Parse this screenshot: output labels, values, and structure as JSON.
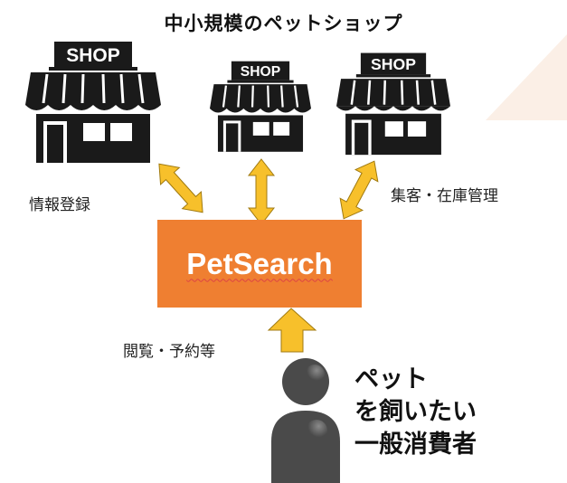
{
  "title": "中小規模のペットショップ",
  "shops": [
    {
      "sign": "SHOP",
      "icon": "storefront-icon"
    },
    {
      "sign": "SHOP",
      "icon": "storefront-icon"
    },
    {
      "sign": "SHOP",
      "icon": "storefront-icon"
    }
  ],
  "labels": {
    "register": "情報登録",
    "attract": "集客・在庫管理",
    "browse": "閲覧・予約等"
  },
  "platform": {
    "name": "PetSearch"
  },
  "consumer": {
    "lines": [
      "ペット",
      "を飼いたい",
      "一般消費者"
    ],
    "icon": "person-icon"
  },
  "colors": {
    "arrow": "#f7c02b",
    "arrow_stroke": "#a07a10",
    "platform": "#ef7f31",
    "shop": "#1a1a1a",
    "person": "#4a4a4a"
  }
}
